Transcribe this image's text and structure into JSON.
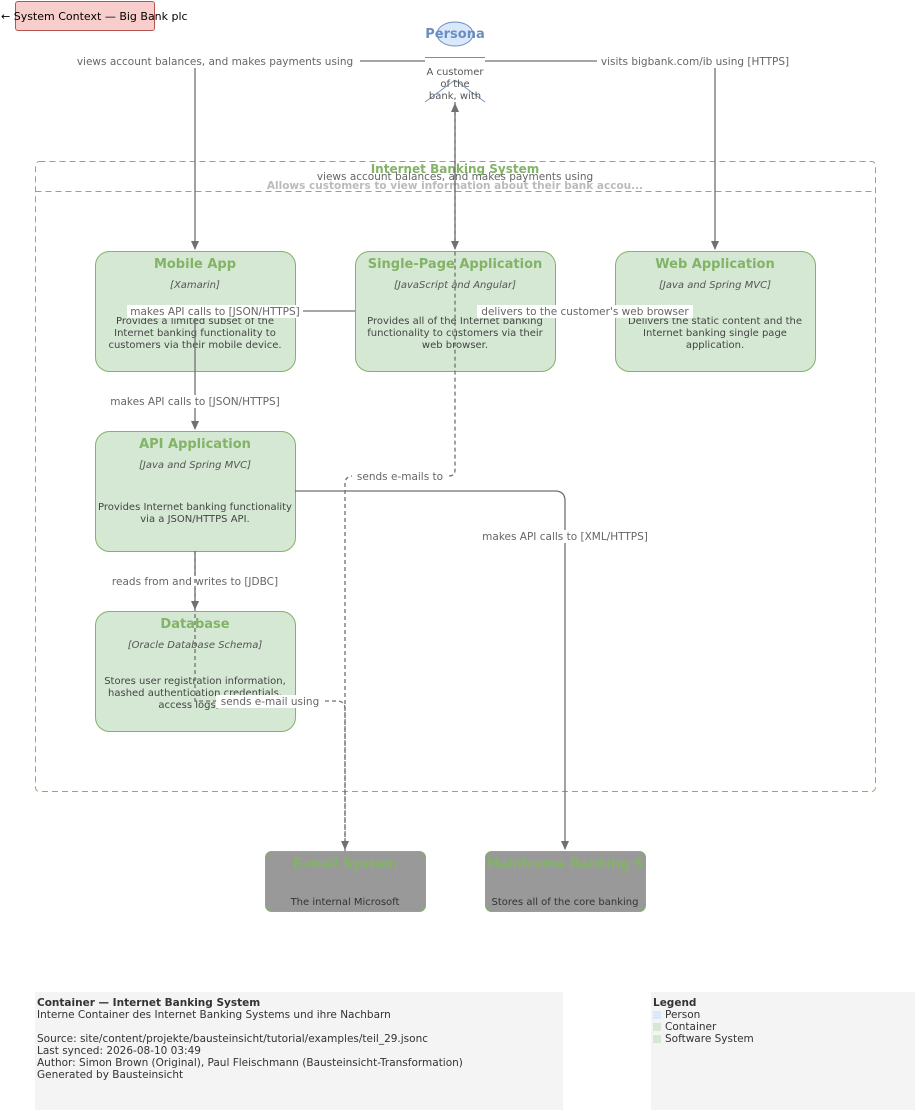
{
  "nav": {
    "back_label": "← System Context — Big Bank plc"
  },
  "colors": {
    "container_fill": "#d5e8d4",
    "container_stroke": "#82b366",
    "container_title": "#82b366",
    "person_fill": "#dae8fc",
    "person_stroke": "#6c8ebf",
    "person_title": "#6c8ebf",
    "external_fill": "#999999",
    "edge": "#707070"
  },
  "person": {
    "name": "Persona",
    "description": [
      "A customer",
      "of the",
      "bank, with"
    ]
  },
  "boundary": {
    "title": "Internet Banking System",
    "description": "Allows customers to view information about their bank accou..."
  },
  "containers": {
    "mobile": {
      "name": "Mobile App",
      "tech": "[Xamarin]",
      "description": [
        "Provides a limited subset of the",
        "Internet banking functionality to",
        "customers via their mobile device."
      ]
    },
    "spa": {
      "name": "Single-Page Application",
      "tech": "[JavaScript and Angular]",
      "description": [
        "Provides all of the Internet banking",
        "functionality to customers via their",
        "web browser."
      ]
    },
    "web": {
      "name": "Web Application",
      "tech": "[Java and Spring MVC]",
      "description": [
        "Delivers the static content and the",
        "Internet banking single page",
        "application."
      ]
    },
    "api": {
      "name": "API Application",
      "tech": "[Java and Spring MVC]",
      "description": [
        "Provides Internet banking functionality",
        "via a JSON/HTTPS API."
      ]
    },
    "db": {
      "name": "Database",
      "tech": "[Oracle Database Schema]",
      "description": [
        "Stores user registration information,",
        "hashed authentication credentials,",
        "access logs, ..."
      ]
    }
  },
  "externals": {
    "email": {
      "name": "E-mail System",
      "description": [
        "The internal Microsoft"
      ]
    },
    "mainframe": {
      "name": "Mainframe Banking S",
      "description": [
        "Stores all of the core banking"
      ]
    }
  },
  "edges": {
    "person_mobile": "views account balances, and makes payments using",
    "person_web": "visits bigbank.com/ib using [HTTPS]",
    "person_spa": "views account balances, and makes payments using",
    "mobile_spa": "makes API calls to [JSON/HTTPS]",
    "web_spa": "delivers to the customer's web browser",
    "mobile_api": "makes API calls to [JSON/HTTPS]",
    "email_person": "sends e-mails to",
    "api_mainframe": "makes API calls to [XML/HTTPS]",
    "api_db": "reads from and writes to [JDBC]",
    "api_email": "sends e-mail using"
  },
  "info": {
    "title": "Container — Internet Banking System",
    "subtitle": "Interne Container des Internet Banking Systems und ihre Nachbarn",
    "source": "Source: site/content/projekte/bausteinsicht/tutorial/examples/teil_29.jsonc",
    "synced": "Last synced: 2026-08-10 03:49",
    "author": "Author: Simon Brown (Original), Paul Fleischmann (Bausteinsicht-Transformation)",
    "generator": "Generated by Bausteinsicht"
  },
  "legend": {
    "title": "Legend",
    "items": [
      {
        "label": "Person",
        "color": "#dae8fc"
      },
      {
        "label": "Container",
        "color": "#d5e8d4"
      },
      {
        "label": "Software System",
        "color": "#d5e8d4"
      }
    ]
  }
}
